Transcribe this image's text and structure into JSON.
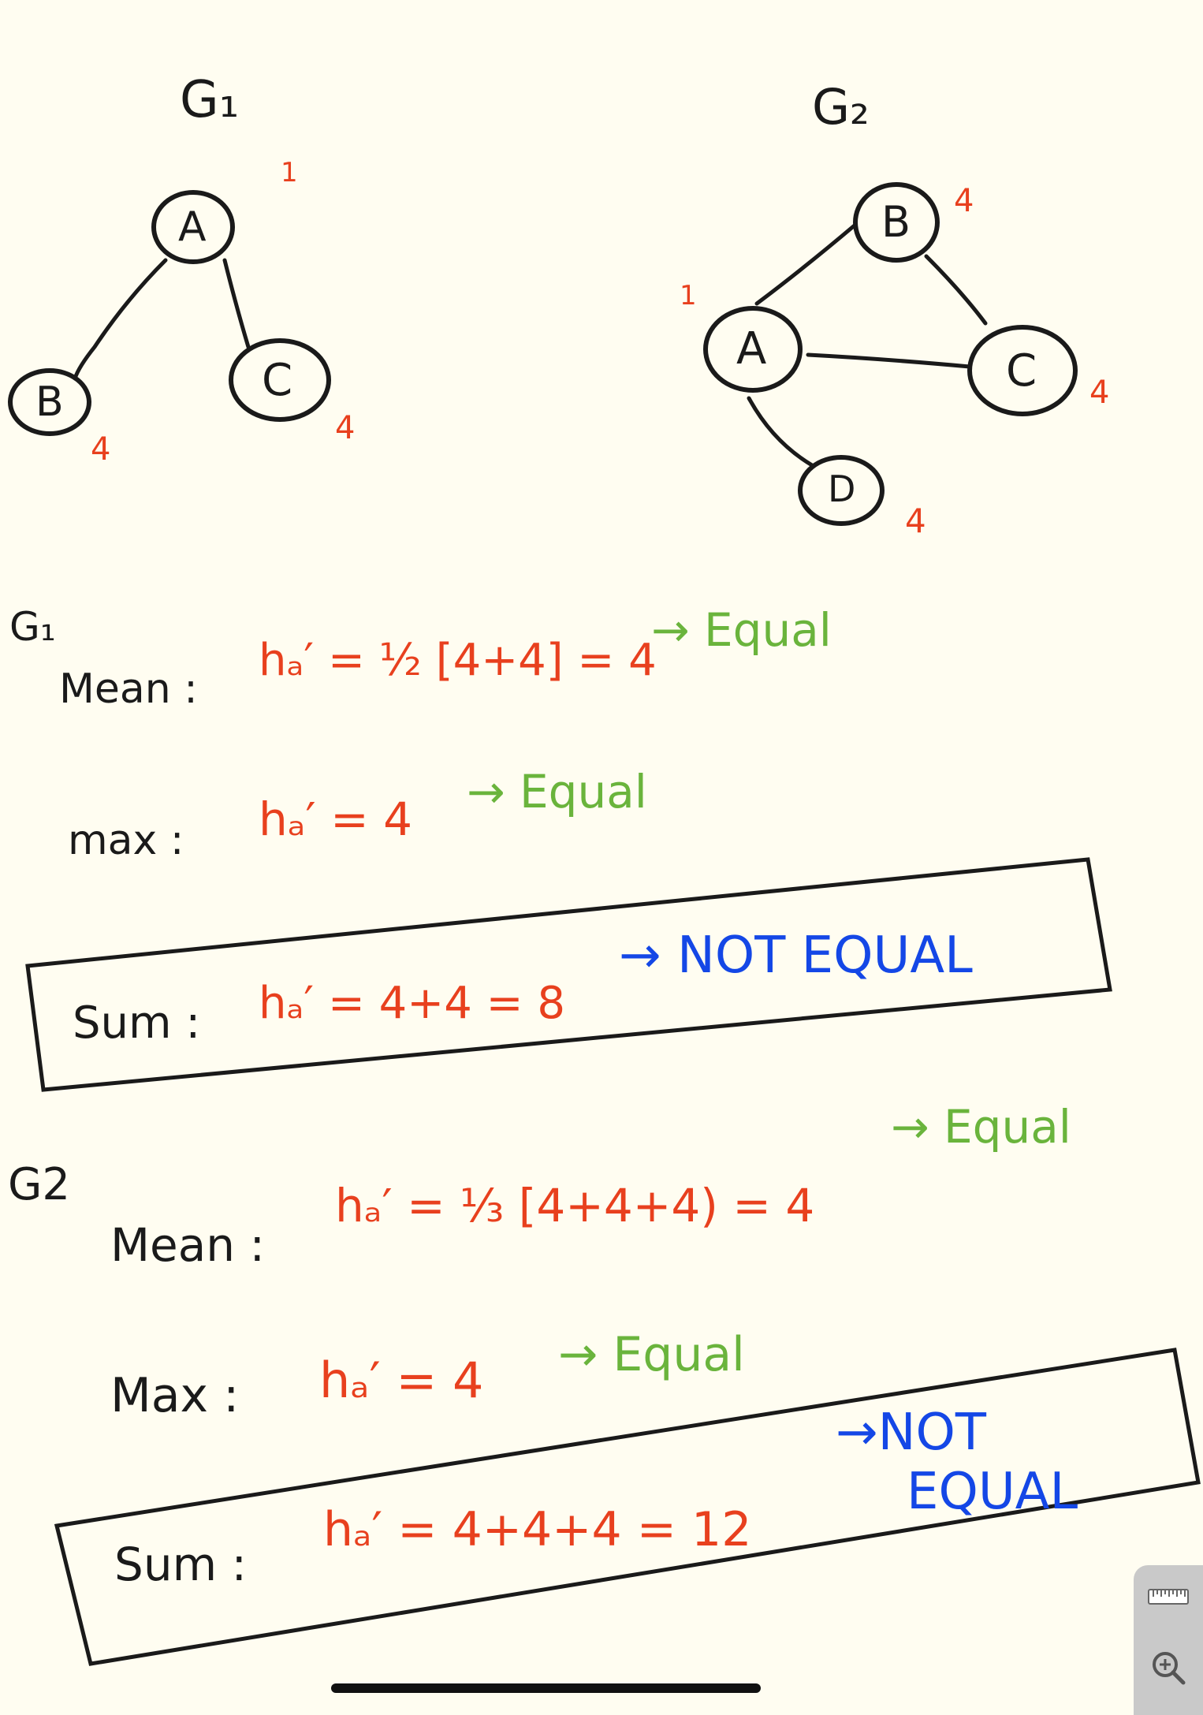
{
  "graph_g1": {
    "title": "G₁",
    "nodes": [
      {
        "label": "A",
        "value": "1"
      },
      {
        "label": "B",
        "value": "4"
      },
      {
        "label": "C",
        "value": "4"
      }
    ]
  },
  "graph_g2": {
    "title": "G₂",
    "nodes": [
      {
        "label": "A",
        "value": "1"
      },
      {
        "label": "B",
        "value": "4"
      },
      {
        "label": "C",
        "value": "4"
      },
      {
        "label": "D",
        "value": "4"
      }
    ]
  },
  "g1_section": {
    "label": "G₁",
    "mean": {
      "prefix": "Mean :",
      "formula": "hₐ′ = ½ [4+4] = 4",
      "result": "→ Equal"
    },
    "max": {
      "prefix": "max :",
      "formula": "hₐ′ = 4",
      "result": "→ Equal"
    },
    "sum": {
      "prefix": "Sum :",
      "formula": "hₐ′ = 4+4 = 8",
      "result": "→ NOT EQUAL"
    }
  },
  "g2_section": {
    "label": "G2",
    "mean": {
      "prefix": "Mean :",
      "formula": "hₐ′ = ⅓ [4+4+4) = 4",
      "result": "→ Equal"
    },
    "max": {
      "prefix": "Max :",
      "formula": "hₐ′ = 4",
      "result": "→ Equal"
    },
    "sum": {
      "prefix": "Sum :",
      "formula": "hₐ′ = 4+4+4 = 12",
      "result_line1": "→NOT",
      "result_line2": "EQUAL"
    }
  },
  "toolbar": {
    "ruler_icon": "ruler-icon",
    "zoom_icon": "zoom-in-icon"
  },
  "colors": {
    "black": "#1a1a1a",
    "red": "#e8401e",
    "green": "#6ab43c",
    "blue": "#1447e6",
    "paper": "#fffdf1"
  }
}
